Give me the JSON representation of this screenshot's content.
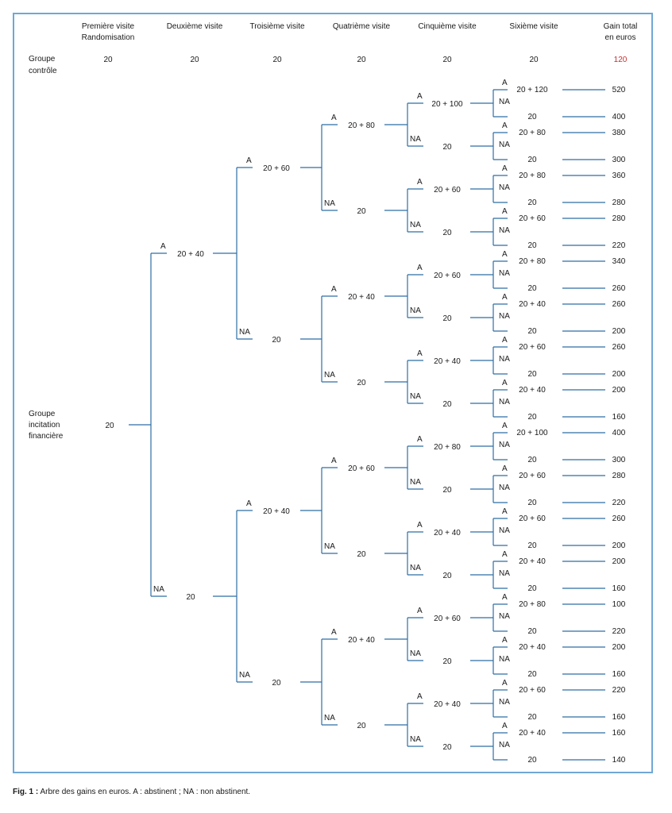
{
  "headers": [
    "Première visite",
    "Randomisation",
    "Deuxième visite",
    "Troisième visite",
    "Quatrième visite",
    "Cinquième visite",
    "Sixième visite",
    "Gain total",
    "en euros"
  ],
  "groups": {
    "control_line1": "Groupe",
    "control_line2": "contrôle",
    "incentive_line1": "Groupe",
    "incentive_line2": "incitation",
    "incentive_line3": "financière"
  },
  "control_row": [
    "20",
    "20",
    "20",
    "20",
    "20",
    "20",
    "120"
  ],
  "branch_labels": {
    "abstinent": "A",
    "non_abstinent": "NA"
  },
  "tree": {
    "root": "20",
    "a": {
      "v": "20 + 40",
      "a": {
        "v": "20 + 60",
        "a": {
          "v": "20 + 80",
          "a": {
            "v": "20 + 100",
            "leaves": [
              [
                "20 + 120",
                "520"
              ],
              [
                "20",
                "400"
              ]
            ]
          },
          "na": {
            "v": "20",
            "leaves": [
              [
                "20 + 80",
                "380"
              ],
              [
                "20",
                "300"
              ]
            ]
          }
        },
        "na": {
          "v": "20",
          "a": {
            "v": "20 + 60",
            "leaves": [
              [
                "20 + 80",
                "360"
              ],
              [
                "20",
                "280"
              ]
            ]
          },
          "na": {
            "v": "20",
            "leaves": [
              [
                "20 + 60",
                "280"
              ],
              [
                "20",
                "220"
              ]
            ]
          }
        }
      },
      "na": {
        "v": "20",
        "a": {
          "v": "20 + 40",
          "a": {
            "v": "20 + 60",
            "leaves": [
              [
                "20 + 80",
                "340"
              ],
              [
                "20",
                "260"
              ]
            ]
          },
          "na": {
            "v": "20",
            "leaves": [
              [
                "20 + 40",
                "260"
              ],
              [
                "20",
                "200"
              ]
            ]
          }
        },
        "na": {
          "v": "20",
          "a": {
            "v": "20 + 40",
            "leaves": [
              [
                "20 + 60",
                "260"
              ],
              [
                "20",
                "200"
              ]
            ]
          },
          "na": {
            "v": "20",
            "leaves": [
              [
                "20 + 40",
                "200"
              ],
              [
                "20",
                "160"
              ]
            ]
          }
        }
      }
    },
    "na": {
      "v": "20",
      "a": {
        "v": "20 + 40",
        "a": {
          "v": "20 + 60",
          "a": {
            "v": "20 + 80",
            "leaves": [
              [
                "20 + 100",
                "400"
              ],
              [
                "20",
                "300"
              ]
            ]
          },
          "na": {
            "v": "20",
            "leaves": [
              [
                "20 + 60",
                "280"
              ],
              [
                "20",
                "220"
              ]
            ]
          }
        },
        "na": {
          "v": "20",
          "a": {
            "v": "20 + 40",
            "leaves": [
              [
                "20 + 60",
                "260"
              ],
              [
                "20",
                "200"
              ]
            ]
          },
          "na": {
            "v": "20",
            "leaves": [
              [
                "20 + 40",
                "200"
              ],
              [
                "20",
                "160"
              ]
            ]
          }
        }
      },
      "na": {
        "v": "20",
        "a": {
          "v": "20 + 40",
          "a": {
            "v": "20 + 60",
            "leaves": [
              [
                "20 + 80",
                "100"
              ],
              [
                "20",
                "220"
              ]
            ]
          },
          "na": {
            "v": "20",
            "leaves": [
              [
                "20 + 40",
                "200"
              ],
              [
                "20",
                "160"
              ]
            ]
          }
        },
        "na": {
          "v": "20",
          "a": {
            "v": "20 + 40",
            "leaves": [
              [
                "20 + 60",
                "220"
              ],
              [
                "20",
                "160"
              ]
            ]
          },
          "na": {
            "v": "20",
            "leaves": [
              [
                "20 + 40",
                "160"
              ],
              [
                "20",
                "140"
              ]
            ]
          }
        }
      }
    }
  },
  "caption": {
    "label": "Fig. 1 :",
    "text": " Arbre des gains en euros. A : abstinent ; NA : non abstinent."
  },
  "colors": {
    "frame": "#6fa8d6",
    "lines": "#2f6ea5",
    "totals": "#c62f2f",
    "text": "#1a1a1a"
  }
}
